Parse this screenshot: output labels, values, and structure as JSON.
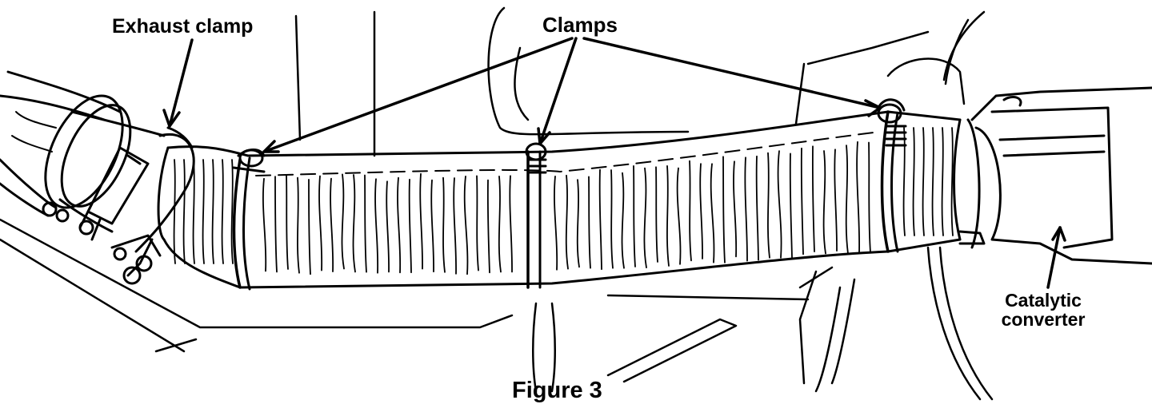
{
  "labels": {
    "exhaust_clamp": "Exhaust clamp",
    "clamps": "Clamps",
    "catalytic_converter_line1": "Catalytic",
    "catalytic_converter_line2": "converter"
  },
  "caption": "Figure 3"
}
